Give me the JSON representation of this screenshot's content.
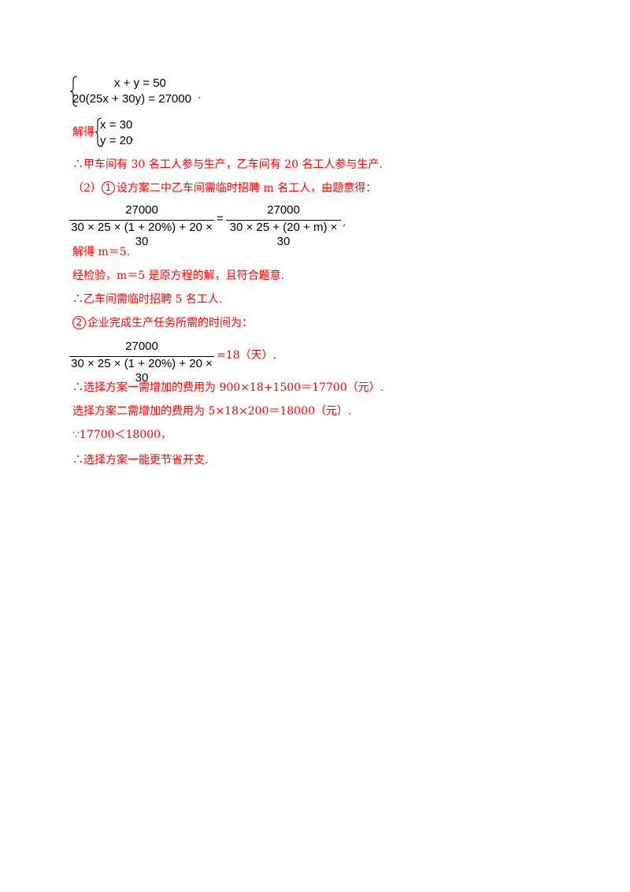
{
  "system1": {
    "eq1": "x + y = 50",
    "eq2": "20(25x + 30y) = 27000",
    "end": "."
  },
  "solve_line": {
    "label": "解得",
    "x_val": "x = 30",
    "y_val": "y = 20",
    "end": "."
  },
  "conclusion1": "∴甲车间有 30 名工人参与生产，乙车间有 20 名工人参与生产.",
  "part2_prefix": "（2）",
  "circle_1": "1",
  "part2_text": "设方案二中乙车间需临时招聘 m 名工人，由题意得：",
  "equation2": {
    "left_num": "27000",
    "left_den": "30 × 25 × (1 + 20%) + 20 × 30",
    "eq": "=",
    "right_num": "27000",
    "right_den": "30 × 25 + (20 + m) × 30",
    "end": ","
  },
  "solve_m": "解得 m＝5.",
  "verify": "经检验，m＝5 是原方程的解，且符合题意.",
  "conclusion2": "∴乙车间需临时招聘 5 名工人.",
  "circle_2": "2",
  "part2b_text": "企业完成生产任务所需的时间为：",
  "equation3": {
    "num": "27000",
    "den": "30 × 25 × (1 + 20%) + 20 × 30",
    "result": "=18（天）."
  },
  "cost1": "∴选择方案一需增加的费用为 900×18+1500＝17700（元）.",
  "cost2": "选择方案二需增加的费用为 5×18×200＝18000（元）.",
  "compare": "∵17700＜18000，",
  "final": "∴选择方案一能更节省开支.",
  "colors": {
    "answer": "#ff0000",
    "math": "#000000"
  }
}
